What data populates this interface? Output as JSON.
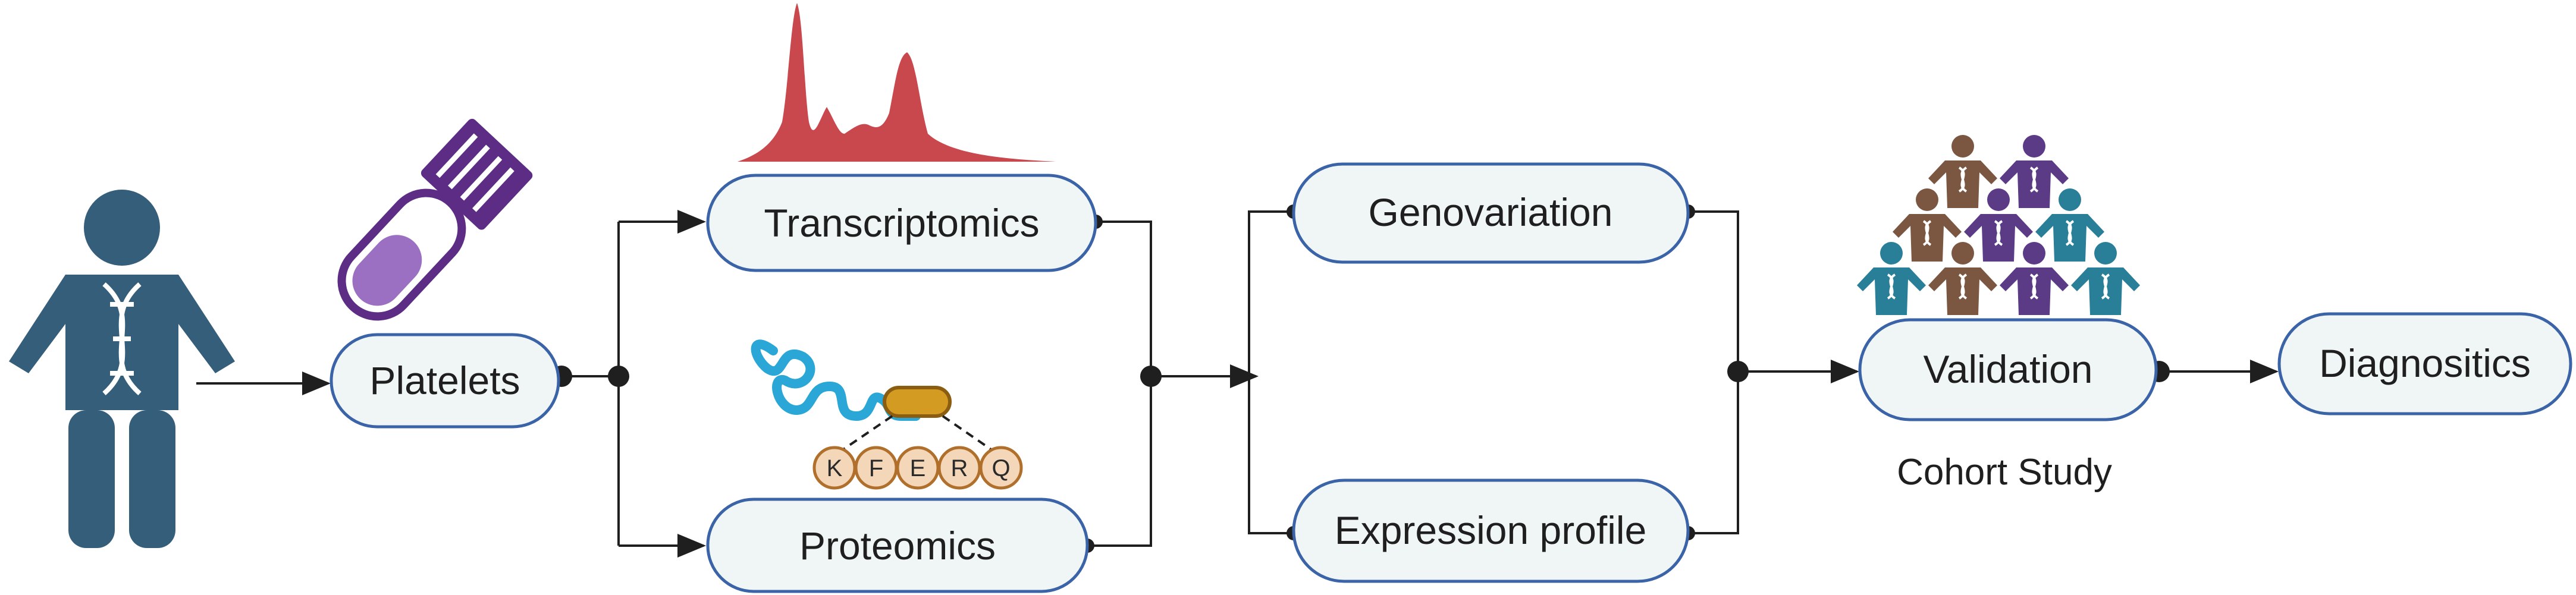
{
  "diagram": {
    "nodes": {
      "platelets": "Platelets",
      "transcriptomics": "Transcriptomics",
      "proteomics": "Proteomics",
      "genovariation": "Genovariation",
      "expression_profile": "Expression profile",
      "validation": "Validation",
      "diagnostics": "Diagnositics"
    },
    "caption": "Cohort Study",
    "amino_acids": [
      "K",
      "F",
      "E",
      "R",
      "Q"
    ],
    "icons": [
      "person-dna-icon",
      "test-tube-icon",
      "transcript-peaks-icon",
      "protein-chain-icon",
      "cohort-people-icon"
    ]
  },
  "colors": {
    "node_fill": "#eff6f5",
    "node_border": "#3b63a7",
    "person": "#355e7a",
    "tube": "#5d2d86",
    "tube_fill": "#9b6fc1",
    "peaks": "#c9484d",
    "protein_chain": "#2aa7d6",
    "protein_rod": "#d39b22",
    "amino_acid": "#f3d7b8",
    "cohort_brown": "#7b5741",
    "cohort_purple": "#5b3a86",
    "cohort_teal": "#2a7f98"
  }
}
